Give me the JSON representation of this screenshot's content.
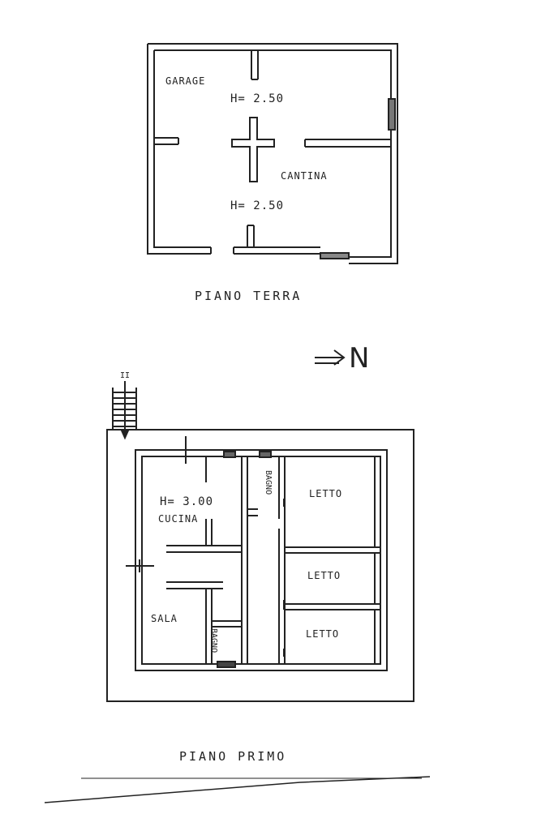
{
  "ground_floor": {
    "rooms": {
      "garage": "GARAGE",
      "cantina": "CANTINA"
    },
    "heights": {
      "garage": "H= 2.50",
      "cantina": "H= 2.50"
    },
    "title": "PIANO TERRA"
  },
  "north_arrow": {
    "label": "N"
  },
  "first_floor": {
    "stair_mark": "II",
    "rooms": {
      "cucina": "CUCINA",
      "sala": "SALA",
      "bagno_top": "BAGNO",
      "bagno_bottom": "BAGNO",
      "letto_1": "LETTO",
      "letto_2": "LETTO",
      "letto_3": "LETTO"
    },
    "heights": {
      "cucina": "H= 3.00"
    },
    "title": "PIANO PRIMO"
  },
  "colors": {
    "ink": "#222222",
    "paper": "#ffffff"
  }
}
